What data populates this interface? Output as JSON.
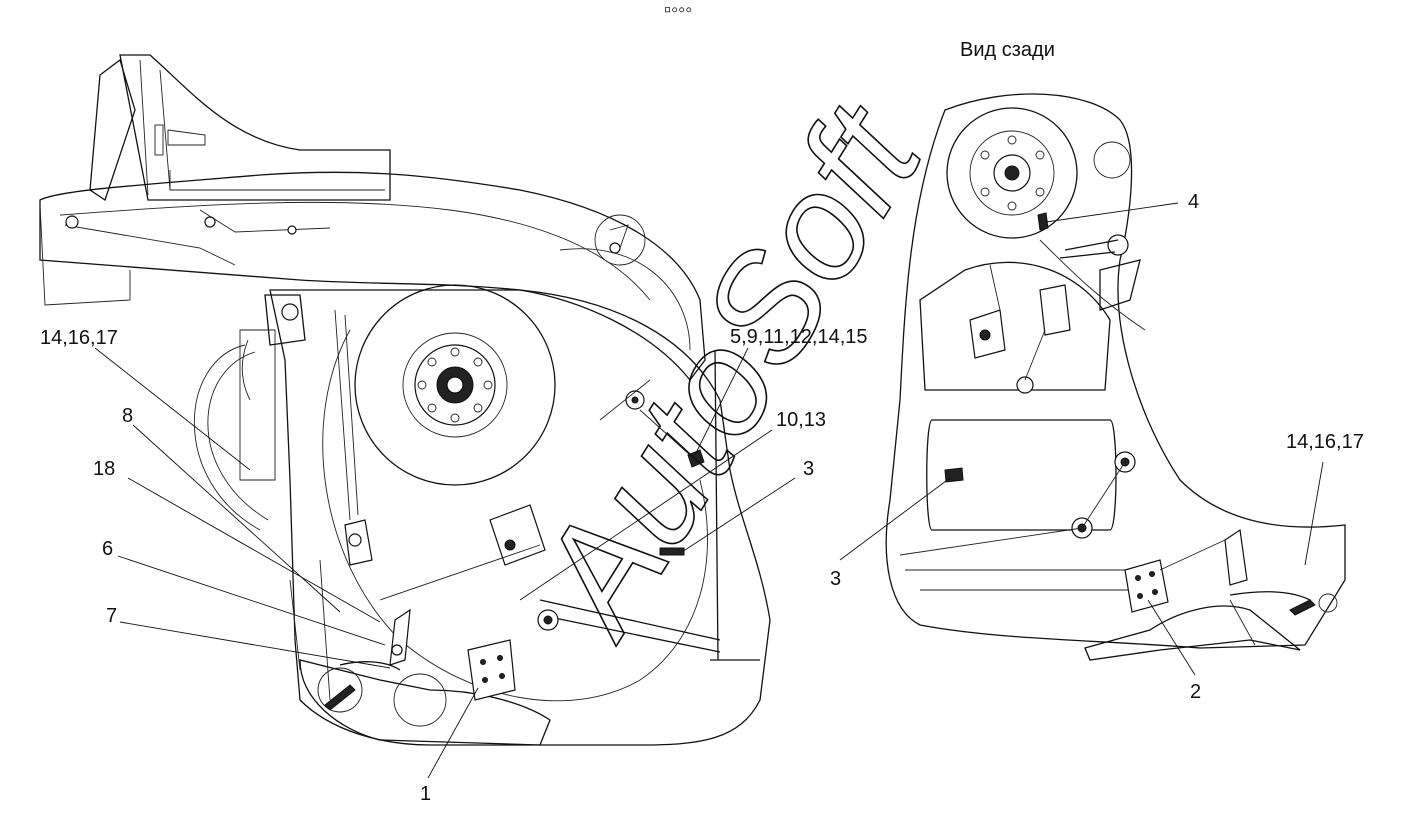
{
  "view_title": "Вид сзади",
  "top_glyph": "▫◦◦◦",
  "watermark": "AutoSoft",
  "left_view": {
    "callouts": {
      "c_14_16_17": "14,16,17",
      "c_8": "8",
      "c_18": "18",
      "c_6": "6",
      "c_7": "7",
      "c_1": "1",
      "c_3": "3",
      "c_10_13": "10,13",
      "c_5_9_11": "5,9,11,12,14,15"
    }
  },
  "right_view": {
    "callouts": {
      "c_4": "4",
      "c_14_16_17": "14,16,17",
      "c_3": "3",
      "c_2": "2"
    }
  }
}
